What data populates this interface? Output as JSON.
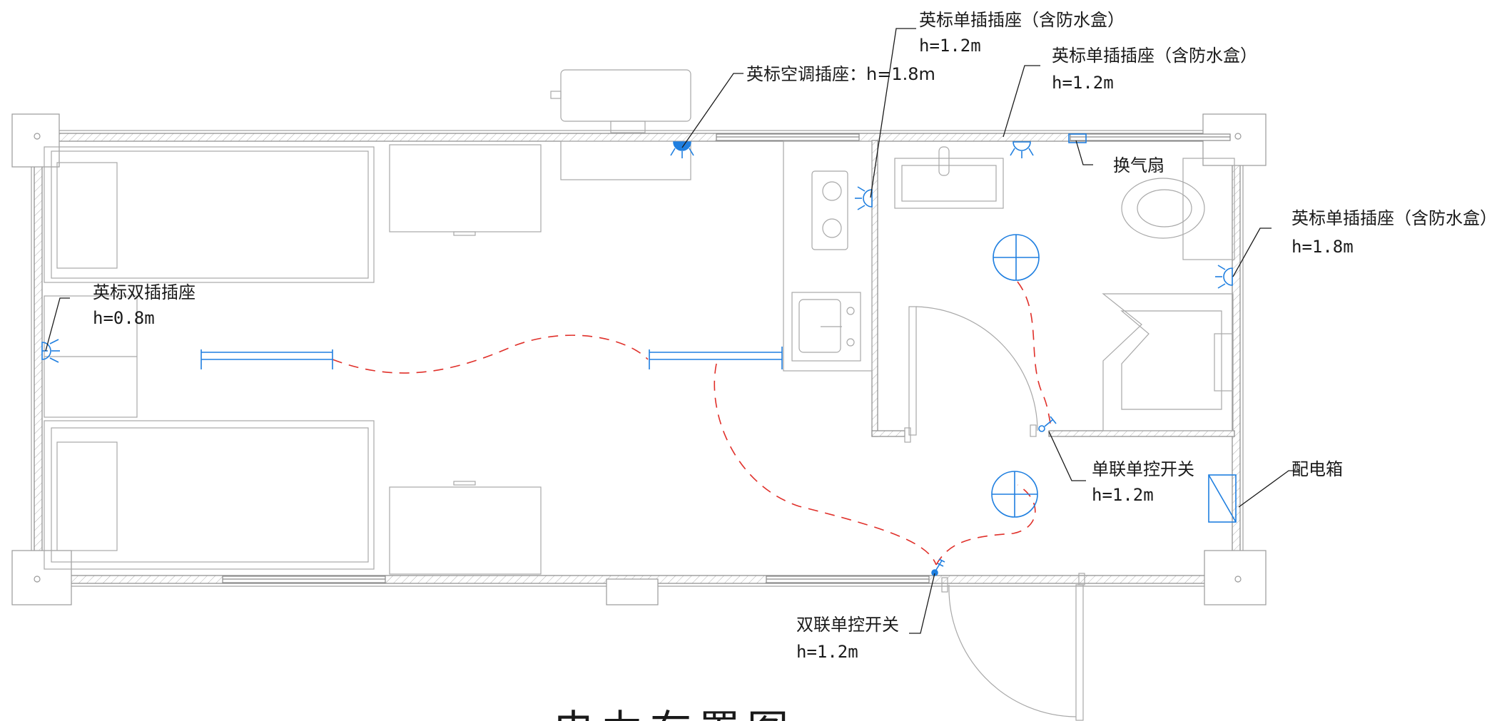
{
  "drawing": {
    "title": "电力布置图",
    "annotations": {
      "ac_socket": {
        "name": "英标空调插座：h=1.8m"
      },
      "socket_kitchen": {
        "name": "英标单插插座（含防水盒）",
        "height": "h=1.2m"
      },
      "socket_bath_wall": {
        "name": "英标单插插座（含防水盒）",
        "height": "h=1.2m"
      },
      "exhaust_fan": {
        "name": "换气扇"
      },
      "socket_bath_right": {
        "name": "英标单插插座（含防水盒）",
        "height": "h=1.8m"
      },
      "double_socket": {
        "name": "英标双插插座",
        "height": "h=0.8m"
      },
      "single_switch": {
        "name": "单联单控开关",
        "height": "h=1.2m"
      },
      "distribution_box": {
        "name": "配电箱"
      },
      "double_switch": {
        "name": "双联单控开关",
        "height": "h=1.2m"
      }
    }
  },
  "colors": {
    "wall": "#8a8a8a",
    "furniture": "#a8a8a8",
    "electrical": "#1f7fe0",
    "wiring": "#e0302a",
    "text": "#1a1a1a"
  }
}
